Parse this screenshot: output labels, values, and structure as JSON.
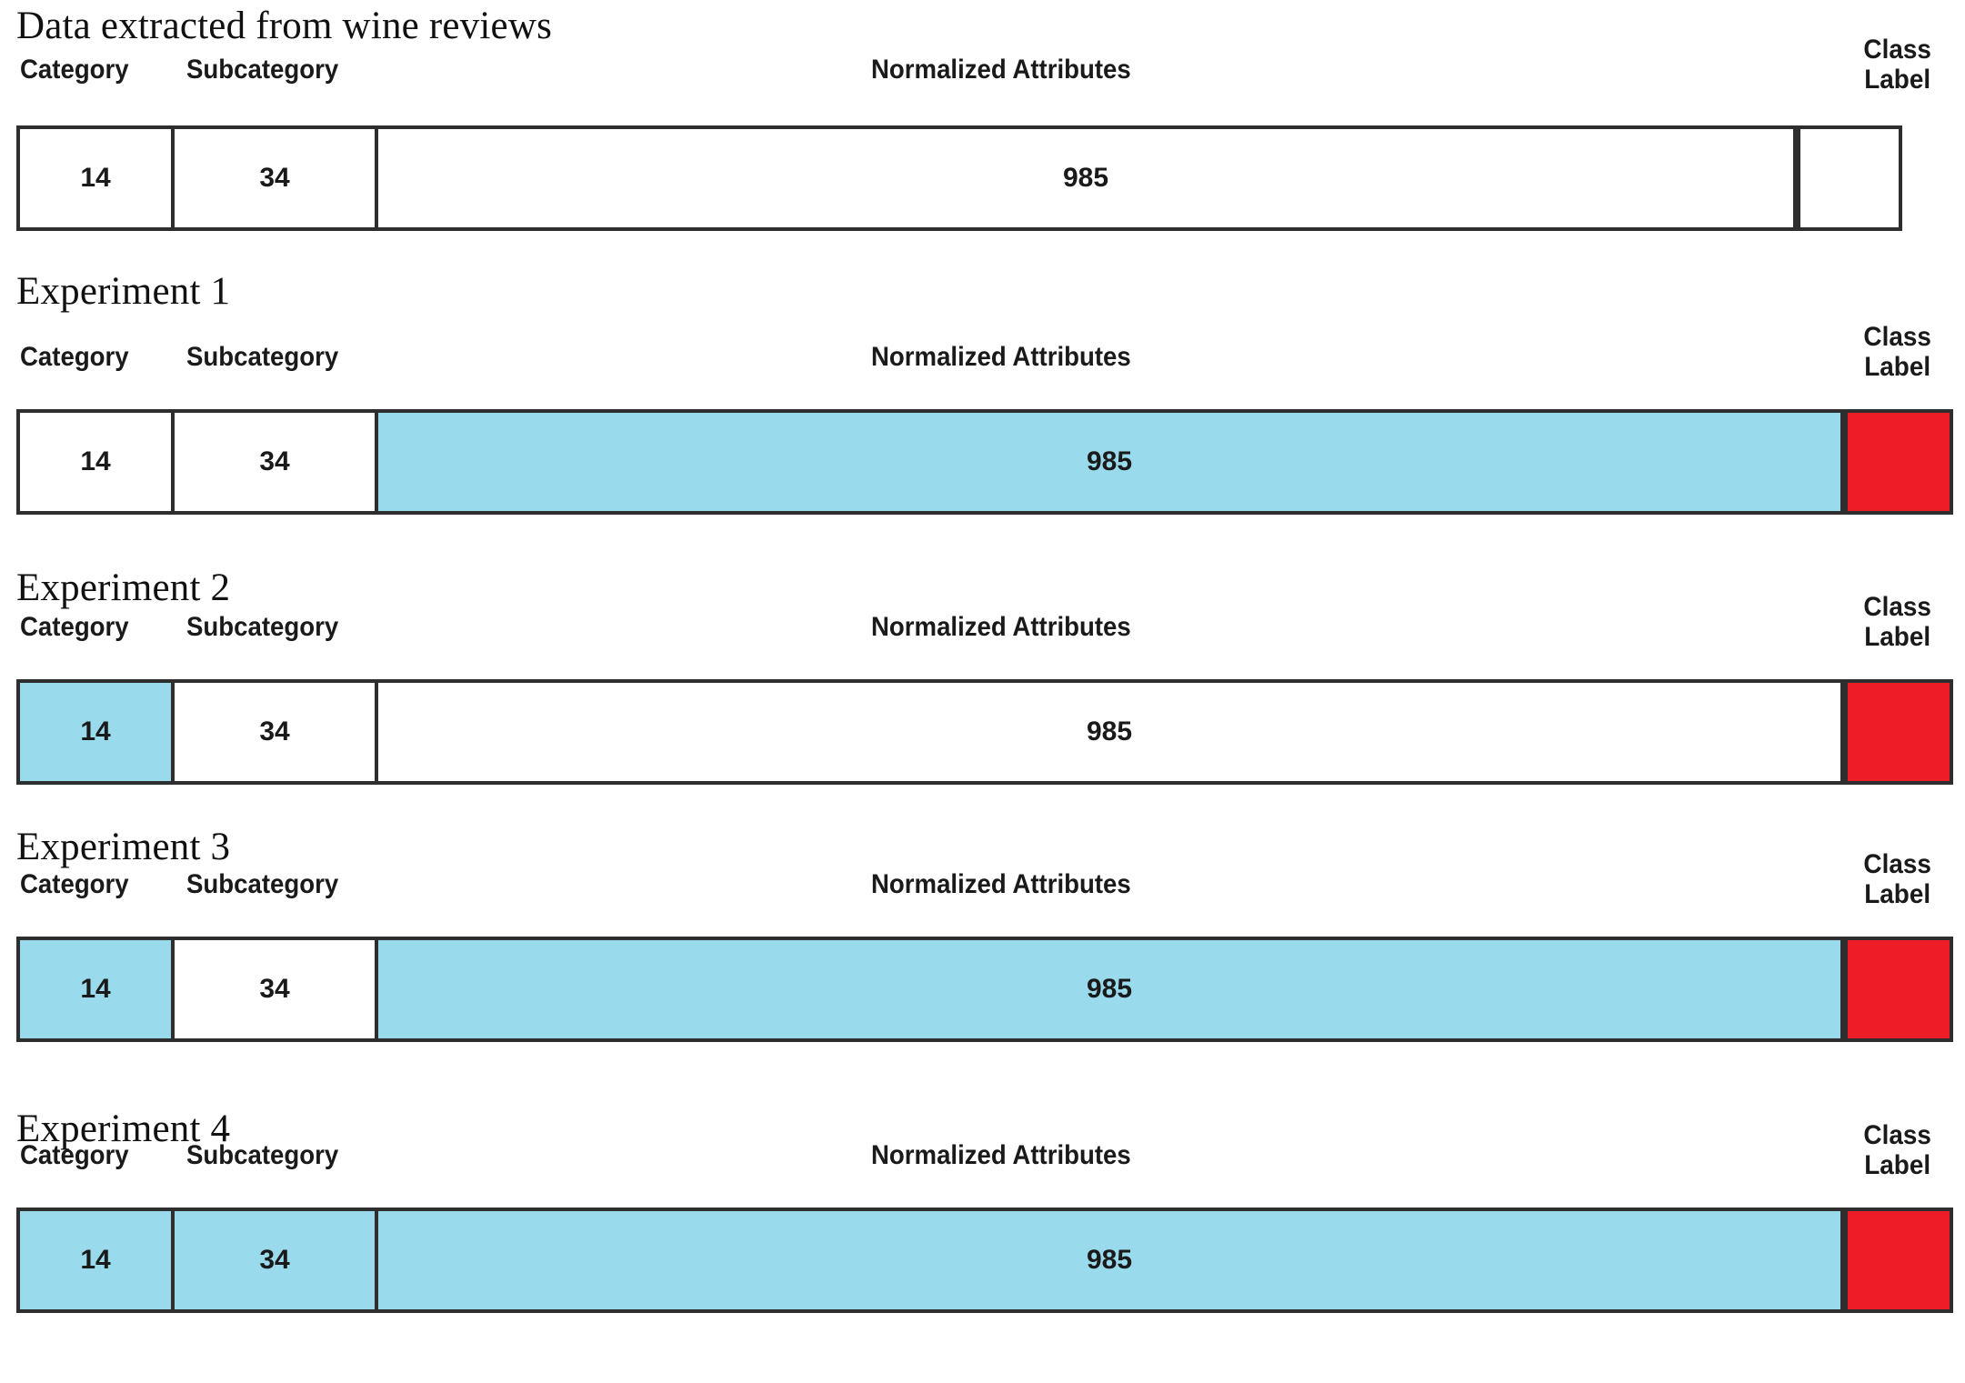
{
  "colors": {
    "highlight_blue": "#99daec",
    "class_label_red": "#ed1d28",
    "border": "#2e2e2e",
    "text": "#1a1a1a",
    "background": "#ffffff"
  },
  "columns": {
    "category": "Category",
    "subcategory": "Subcategory",
    "attributes": "Normalized Attributes",
    "class_label": "Class\nLabel",
    "class_label_line1": "Class",
    "class_label_line2": "Label"
  },
  "values": {
    "category": "14",
    "subcategory": "34",
    "attributes": "985",
    "class_label": ""
  },
  "sections": [
    {
      "title": "Data extracted from wine reviews",
      "fills": {
        "category": "white",
        "subcategory": "white",
        "attributes": "white",
        "class_label": "white"
      }
    },
    {
      "title": "Experiment 1",
      "fills": {
        "category": "white",
        "subcategory": "white",
        "attributes": "blue",
        "class_label": "red"
      }
    },
    {
      "title": "Experiment 2",
      "fills": {
        "category": "blue",
        "subcategory": "white",
        "attributes": "white",
        "class_label": "red"
      }
    },
    {
      "title": "Experiment 3",
      "fills": {
        "category": "blue",
        "subcategory": "white",
        "attributes": "blue",
        "class_label": "red"
      }
    },
    {
      "title": "Experiment 4",
      "fills": {
        "category": "blue",
        "subcategory": "blue",
        "attributes": "blue",
        "class_label": "red"
      }
    }
  ],
  "layout": {
    "section_tops": [
      0,
      290,
      620,
      905,
      1215
    ],
    "title_tops": [
      4,
      296,
      622,
      907,
      1217
    ],
    "header_tops": [
      54,
      370,
      667,
      950,
      1248
    ],
    "row_tops": [
      138,
      450,
      747,
      1030,
      1328
    ],
    "row_lefts": [
      18,
      18,
      18,
      18,
      18
    ],
    "row_widths": [
      2074,
      2130,
      2130,
      2130,
      2130
    ],
    "class_cell_widths": [
      112,
      116,
      116,
      116,
      116
    ]
  }
}
